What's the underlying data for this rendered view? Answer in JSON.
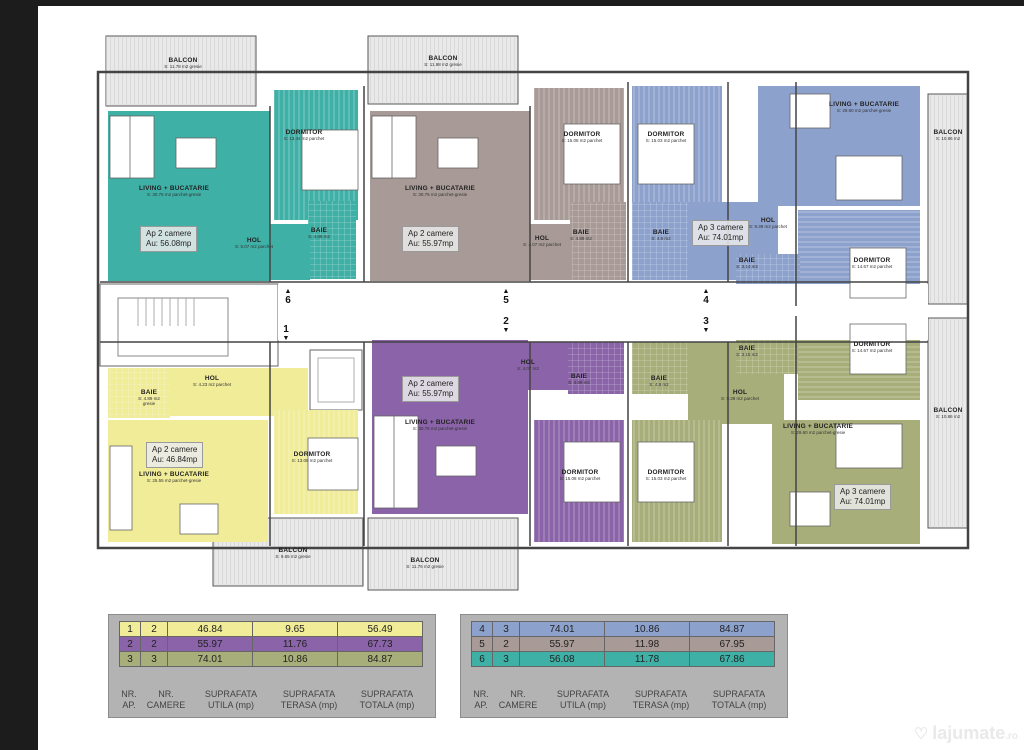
{
  "rooms": {
    "balcon_top_left": {
      "title": "BALCON",
      "sub": "S: 11.78 m2  gresie"
    },
    "balcon_top_mid": {
      "title": "BALCON",
      "sub": "S: 11.98 m2  gresie"
    },
    "balcon_right_top": {
      "title": "BALCON",
      "sub": "S: 10.86 m2"
    },
    "balcon_right_bottom": {
      "title": "BALCON",
      "sub": "S: 10.86 m2"
    },
    "balcon_bottom_left": {
      "title": "BALCON",
      "sub": "S: 9.65 m2  gresie"
    },
    "balcon_bottom_mid": {
      "title": "BALCON",
      "sub": "S: 11.76 m2  gresie"
    },
    "dormitor_a6": {
      "title": "DORMITOR",
      "sub": "S: 13.44 m2  parchet"
    },
    "dormitor_a5": {
      "title": "DORMITOR",
      "sub": "S: 15.08 m2  parchet"
    },
    "dormitor_a4a": {
      "title": "DORMITOR",
      "sub": "S: 15.03 m2  parchet"
    },
    "dormitor_a4b": {
      "title": "DORMITOR",
      "sub": "S: 14.67 m2  parchet"
    },
    "dormitor_a3a": {
      "title": "DORMITOR",
      "sub": "S: 14.67 m2  parchet"
    },
    "dormitor_a3b": {
      "title": "DORMITOR",
      "sub": "S: 15.03 m2  parchet"
    },
    "dormitor_a2": {
      "title": "DORMITOR",
      "sub": "S: 15.08 m2  parchet"
    },
    "dormitor_a1": {
      "title": "DORMITOR",
      "sub": "S: 13.08 m2  parchet"
    },
    "living_a6": {
      "title": "LIVING + BUCATARIE",
      "sub": "S: 30.75 m2  parchet-gresie"
    },
    "living_a5": {
      "title": "LIVING + BUCATARIE",
      "sub": "S: 30.75 m2  parchet-gresie"
    },
    "living_a4": {
      "title": "LIVING + BUCATARIE",
      "sub": "S: 29.60 m2  parchet-gresie"
    },
    "living_a2": {
      "title": "LIVING + BUCATARIE",
      "sub": "S: 30.75 m2  parchet-gresie"
    },
    "living_a1": {
      "title": "LIVING + BUCATARIE",
      "sub": "S: 25.55 m2  parchet-gresie"
    },
    "living_a3": {
      "title": "LIVING + BUCATARIE",
      "sub": "S: 29.60 m2  parchet-gresie"
    },
    "hol_a6": {
      "title": "HOL",
      "sub": "S: 5.07 m2  parchet"
    },
    "hol_a5": {
      "title": "HOL",
      "sub": "S: 4.07 m2  parchet"
    },
    "hol_a4": {
      "title": "HOL",
      "sub": "S: 9.39 m2  parchet"
    },
    "hol_a1": {
      "title": "HOL",
      "sub": "S: 4.23 m2  parchet"
    },
    "hol_a2": {
      "title": "HOL",
      "sub": "S: 4.07 m2"
    },
    "hol_a3": {
      "title": "HOL",
      "sub": "S: 9.39 m2  parchet"
    },
    "baie_a6": {
      "title": "BAIE",
      "sub": "S: 4.88 m2"
    },
    "baie_a5": {
      "title": "BAIE",
      "sub": "S: 4.89 m2"
    },
    "baie_a4a": {
      "title": "BAIE",
      "sub": "S: 4.8 m2"
    },
    "baie_a4b": {
      "title": "BAIE",
      "sub": "S: 3.14 m2"
    },
    "baie_a3": {
      "title": "BAIE",
      "sub": "S: 3.15 m2"
    },
    "baie_a1": {
      "title": "BAIE",
      "sub": "S: 4.89 m2  gresie"
    },
    "baie_a2": {
      "title": "BAIE",
      "sub": "S: 4.89 m2"
    },
    "baie_a3b": {
      "title": "BAIE",
      "sub": "S: 4.8 m2"
    }
  },
  "badges": {
    "a6": {
      "line1": "Ap 2 camere",
      "line2": "Au: 56.08mp"
    },
    "a5": {
      "line1": "Ap 2 camere",
      "line2": "Au: 55.97mp"
    },
    "a4": {
      "line1": "Ap 3 camere",
      "line2": "Au: 74.01mp"
    },
    "a2": {
      "line1": "Ap 2 camere",
      "line2": "Au: 55.97mp"
    },
    "a1": {
      "line1": "Ap 2 camere",
      "line2": "Au: 46.84mp"
    },
    "a3": {
      "line1": "Ap 3 camere",
      "line2": "Au: 74.01mp"
    }
  },
  "markers": {
    "m6": "6",
    "m5": "5",
    "m4": "4",
    "m1": "1",
    "m2": "2",
    "m3": "3"
  },
  "colors": {
    "ap1": "#f0ec98",
    "ap2": "#8a63a8",
    "ap3": "#a7ae79",
    "ap4": "#8da1cd",
    "ap5": "#a89a96",
    "ap6": "#3fb0a6"
  },
  "table_left": {
    "rows": [
      [
        "1",
        "2",
        "46.84",
        "9.65",
        "56.49"
      ],
      [
        "2",
        "2",
        "55.97",
        "11.76",
        "67.73"
      ],
      [
        "3",
        "3",
        "74.01",
        "10.86",
        "84.87"
      ]
    ],
    "headers": [
      "NR.\nAP.",
      "NR.\nCAMERE",
      "SUPRAFATA\nUTILA (mp)",
      "SUPRAFATA\nTERASA (mp)",
      "SUPRAFATA\nTOTALA (mp)"
    ]
  },
  "table_right": {
    "rows": [
      [
        "4",
        "3",
        "74.01",
        "10.86",
        "84.87"
      ],
      [
        "5",
        "2",
        "55.97",
        "11.98",
        "67.95"
      ],
      [
        "6",
        "3",
        "56.08",
        "11.78",
        "67.86"
      ]
    ],
    "headers": [
      "NR.\nAP.",
      "NR.\nCAMERE",
      "SUPRAFATA\nUTILA (mp)",
      "SUPRAFATA\nTERASA (mp)",
      "SUPRAFATA\nTOTALA (mp)"
    ]
  },
  "watermark": {
    "brand": "lajumate",
    "tld": ".ro"
  }
}
